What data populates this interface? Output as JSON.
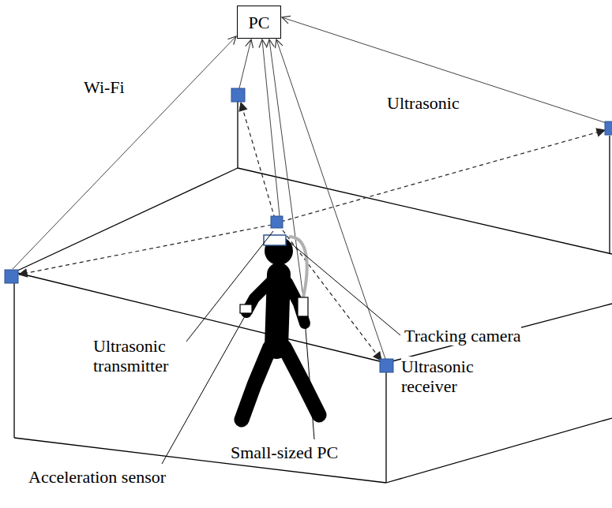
{
  "diagram": {
    "nodes": [
      {
        "text": [
          "PC"
        ]
      }
    ],
    "edges": [],
    "labels": [
      "Wi-Fi",
      "Ultrasonic",
      "Tracking camera",
      "Ultrasonic transmitter",
      "Ultrasonic receiver",
      "Small-sized PC",
      "Acceleration sensor"
    ]
  }
}
